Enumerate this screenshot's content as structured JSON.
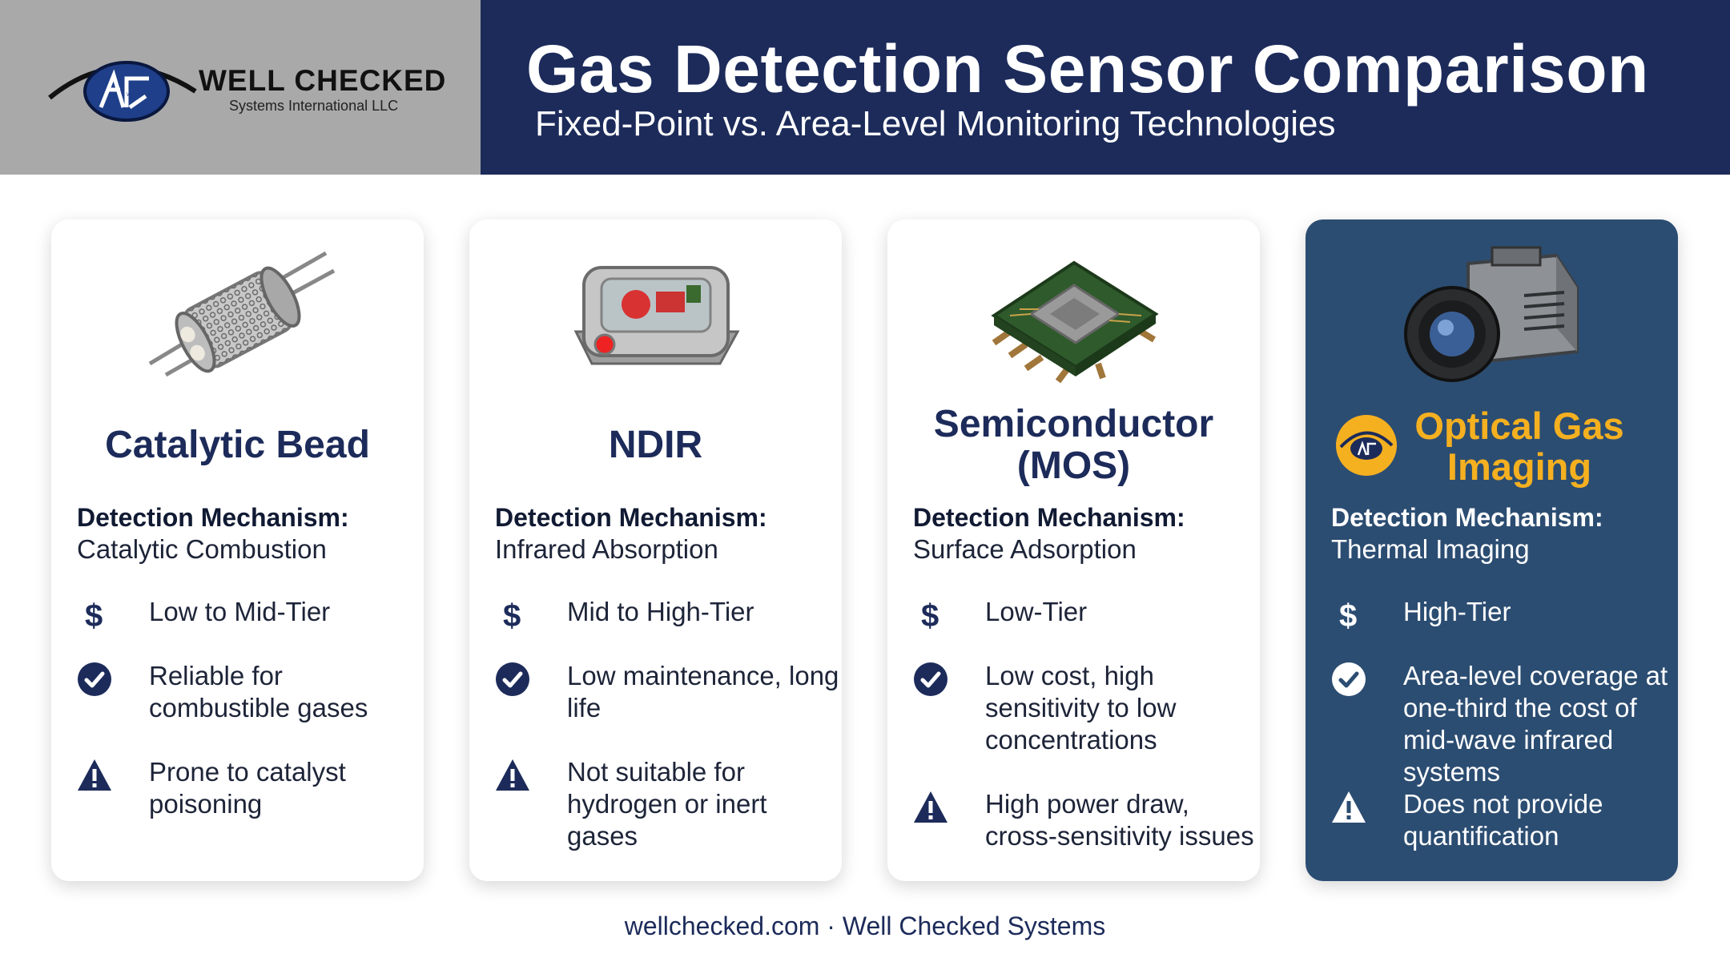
{
  "header": {
    "title": "Gas Detection Sensor Comparison",
    "subtitle": "Fixed-Point vs. Area-Level Monitoring Technologies",
    "logo": {
      "name": "WELL CHECKED",
      "tagline": "Systems International LLC",
      "mark": "WC"
    }
  },
  "colors": {
    "navy": "#1c2b5a",
    "card_dark": "#2c4d72",
    "accent_gold": "#f5b020",
    "logo_gray": "#a9a9a9"
  },
  "cards": [
    {
      "title": "Catalytic Bead",
      "image_icon": "catalytic-bead-sensor-icon",
      "mechanism_label": "Detection Mechanism:",
      "mechanism": "Catalytic Combustion",
      "cost": "Low to Mid-Tier",
      "pro": "Reliable for combustible gases",
      "con": "Prone to catalyst poisoning"
    },
    {
      "title": "NDIR",
      "image_icon": "ndir-sensor-icon",
      "mechanism_label": "Detection Mechanism:",
      "mechanism": "Infrared Absorption",
      "cost": "Mid to High-Tier",
      "pro": "Low maintenance, long life",
      "con": "Not suitable for hydrogen or inert gases"
    },
    {
      "title_line1": "Semiconductor",
      "title_line2": "(MOS)",
      "image_icon": "semiconductor-chip-icon",
      "mechanism_label": "Detection Mechanism:",
      "mechanism": "Surface Adsorption",
      "cost": "Low-Tier",
      "pro": "Low cost, high sensitivity to low concentrations",
      "con": "High power draw, cross-sensitivity issues"
    },
    {
      "title_line1": "Optical Gas",
      "title_line2": "Imaging",
      "image_icon": "thermal-camera-icon",
      "badge_icon": "eye-logo-icon",
      "mechanism_label": "Detection Mechanism:",
      "mechanism": "Thermal Imaging",
      "cost": "High-Tier",
      "pro": "Area-level coverage at one-third the cost of mid-wave infrared systems",
      "con": "Does not provide quantification"
    }
  ],
  "icons": {
    "cost": "dollar-icon",
    "pro": "check-circle-icon",
    "con": "warning-triangle-icon"
  },
  "footer": "wellchecked.com · Well Checked Systems"
}
